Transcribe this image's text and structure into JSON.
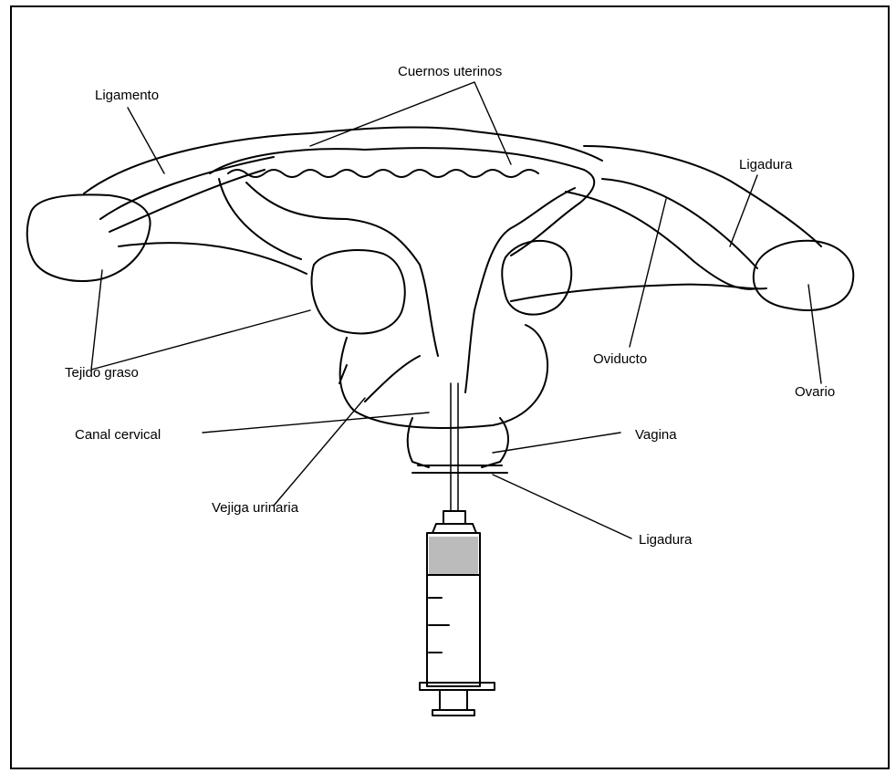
{
  "labels": {
    "cuernos_uterinos": "Cuernos uterinos",
    "ligamento": "Ligamento",
    "ligadura_top": "Ligadura",
    "tejido_graso": "Tejido graso",
    "oviducto": "Oviducto",
    "ovario": "Ovario",
    "canal_cervical": "Canal cervical",
    "vagina": "Vagina",
    "vejiga_urinaria": "Vejiga urinaria",
    "ligadura_bottom": "Ligadura"
  }
}
